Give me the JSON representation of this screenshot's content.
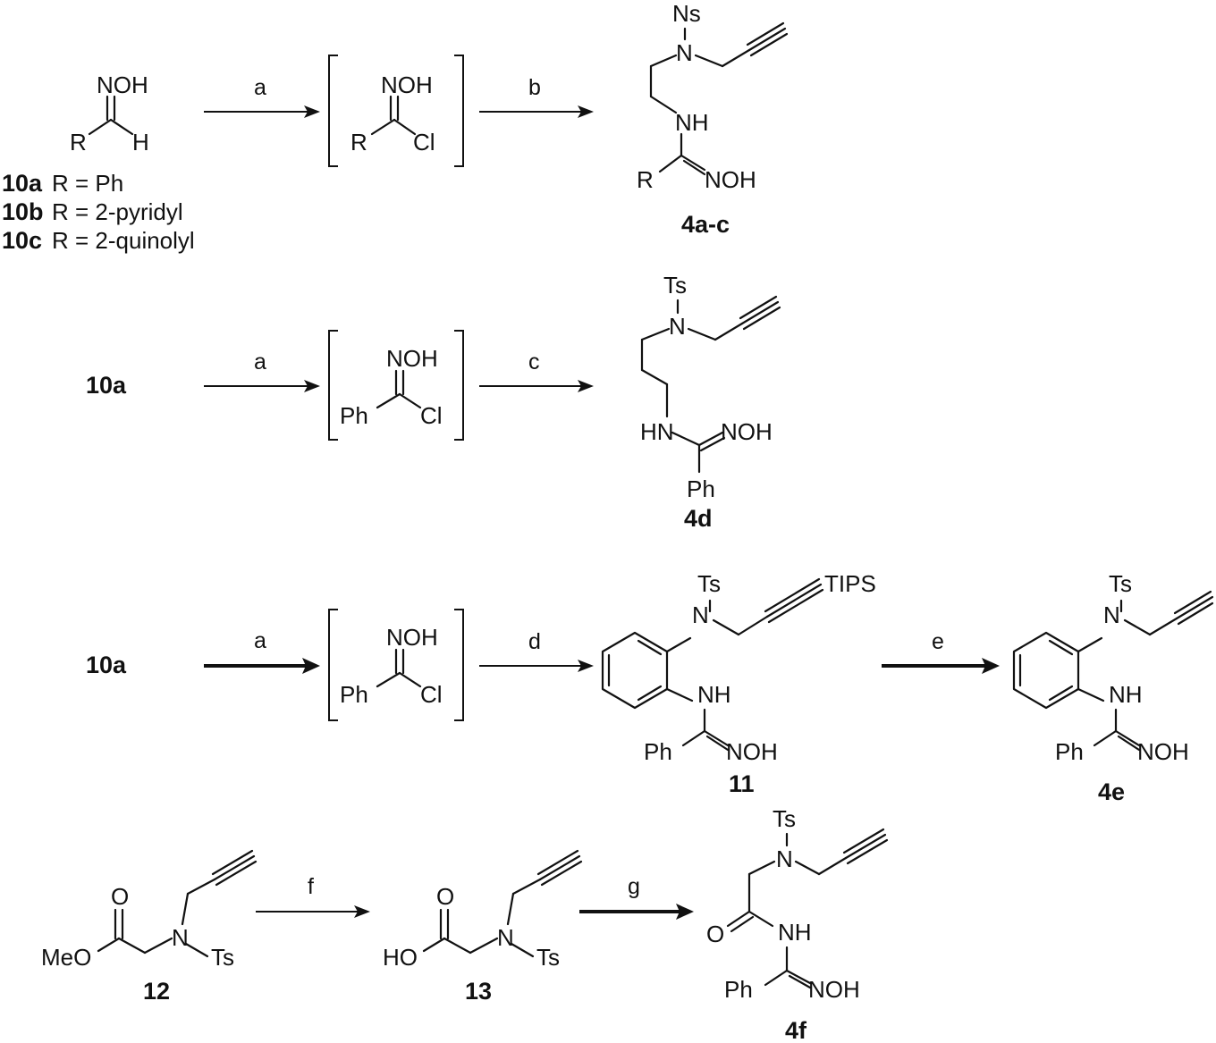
{
  "scheme": {
    "reagents": {
      "a": "a",
      "b": "b",
      "c": "c",
      "d": "d",
      "e": "e",
      "f": "f",
      "g": "g"
    },
    "start": {
      "id_a": "10a",
      "r_a": "R = Ph",
      "id_b": "10b",
      "r_b": "R = 2-pyridyl",
      "id_c": "10c",
      "r_c": "R = 2-quinolyl"
    },
    "compounds": {
      "p1": "4a-c",
      "p2": "4d",
      "p3": "11",
      "p4": "4e",
      "s12": "12",
      "s13": "13",
      "p6": "4f",
      "start2": "10a",
      "start3": "10a"
    },
    "atoms": {
      "NOH": "NOH",
      "R": "R",
      "H": "H",
      "Cl": "Cl",
      "Ph": "Ph",
      "N": "N",
      "NH": "NH",
      "HN": "HN",
      "Ns": "Ns",
      "Ts": "Ts",
      "TIPS": "TIPS",
      "O": "O",
      "MeO": "MeO",
      "HO": "HO"
    }
  }
}
